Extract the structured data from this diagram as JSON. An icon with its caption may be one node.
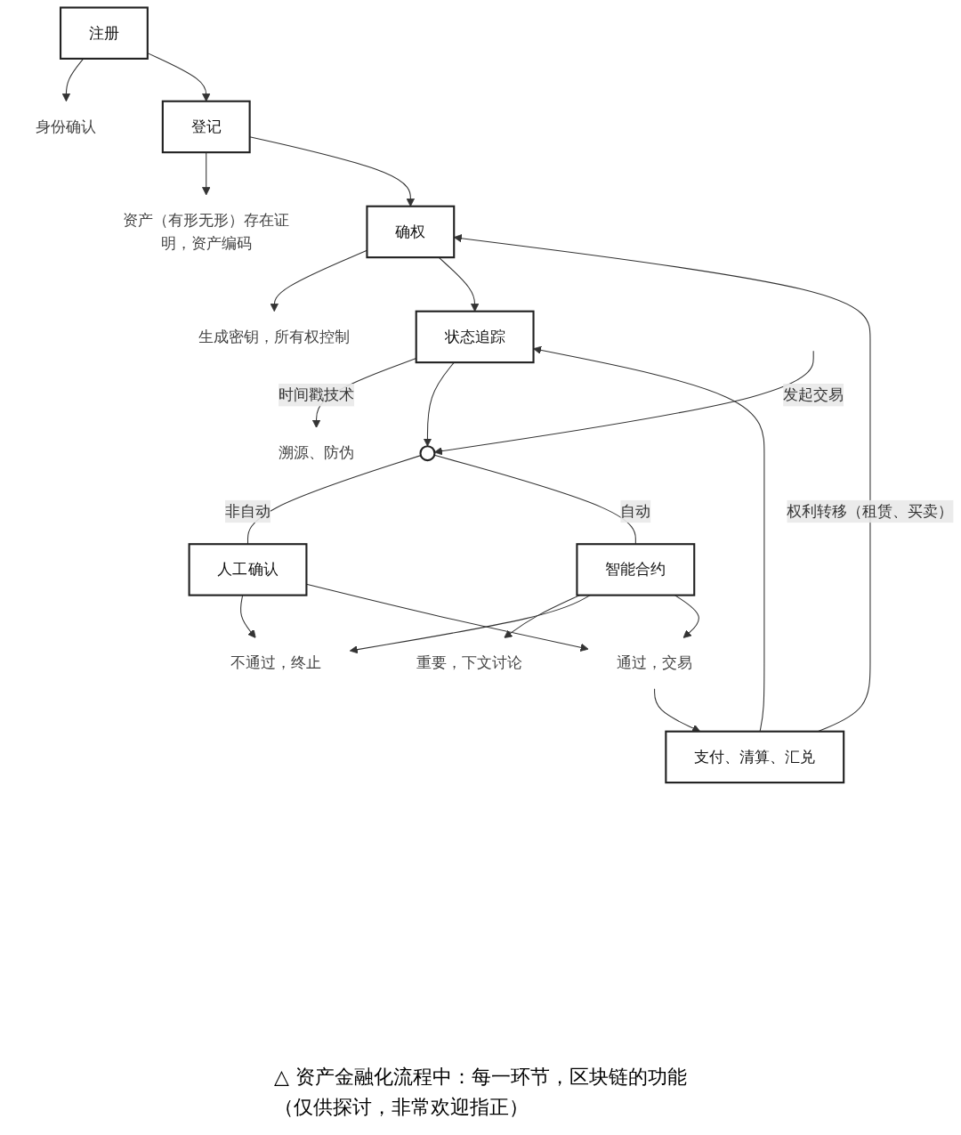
{
  "diagram": {
    "nodes": [
      {
        "text": [
          "注册"
        ]
      },
      {
        "text": [
          "身份确认"
        ]
      },
      {
        "text": [
          "登记"
        ]
      },
      {
        "text": [
          "资产（有形无形）存在证明，资产编码"
        ]
      },
      {
        "text": [
          "确权"
        ]
      },
      {
        "text": [
          "生成密钥，所有权控制"
        ]
      },
      {
        "text": [
          "状态追踪"
        ]
      },
      {
        "text": [
          "溯源、防伪"
        ]
      },
      {
        "text": [],
        "shape": "circle"
      },
      {
        "text": [
          "人工确认"
        ]
      },
      {
        "text": [
          "智能合约"
        ]
      },
      {
        "text": [
          "重要，下文讨论"
        ]
      },
      {
        "text": [
          "不通过，终止"
        ]
      },
      {
        "text": [
          "通过，交易"
        ]
      },
      {
        "text": [
          "支付、清算、汇兑"
        ]
      }
    ],
    "edges": [
      {
        "from": 0,
        "to": 1,
        "arrow": "to"
      },
      {
        "from": 0,
        "to": 2,
        "arrow": "to"
      },
      {
        "from": 2,
        "to": 3,
        "arrow": "to"
      },
      {
        "from": 2,
        "to": 4,
        "arrow": "to"
      },
      {
        "from": 4,
        "to": 5,
        "arrow": "to"
      },
      {
        "from": 4,
        "to": 6,
        "arrow": "to"
      },
      {
        "from": 6,
        "to": 7,
        "label": "时间戳技术",
        "arrow": "to"
      },
      {
        "from": 6,
        "to": 8,
        "arrow": "to"
      },
      {
        "from": null,
        "to": 8,
        "label": "发起交易",
        "arrow": "to"
      },
      {
        "from": 8,
        "to": 9,
        "label": "非自动",
        "arrow": "none"
      },
      {
        "from": 8,
        "to": 10,
        "label": "自动",
        "arrow": "none"
      },
      {
        "from": 10,
        "to": 11,
        "arrow": "to"
      },
      {
        "from": 9,
        "to": 12,
        "arrow": "to"
      },
      {
        "from": 9,
        "to": 13,
        "arrow": "to"
      },
      {
        "from": 10,
        "to": 12,
        "arrow": "to"
      },
      {
        "from": 10,
        "to": 13,
        "arrow": "to"
      },
      {
        "from": 13,
        "to": 14,
        "arrow": "to"
      },
      {
        "from": 14,
        "to": 4,
        "label": "权利转移（租赁、买卖）",
        "arrow": "to"
      },
      {
        "from": 14,
        "to": 6,
        "arrow": "to"
      }
    ],
    "labels": [
      "△ 资产金融化流程中：每一环节，区块链的功能",
      "（仅供探讨，非常欢迎指正）"
    ]
  }
}
